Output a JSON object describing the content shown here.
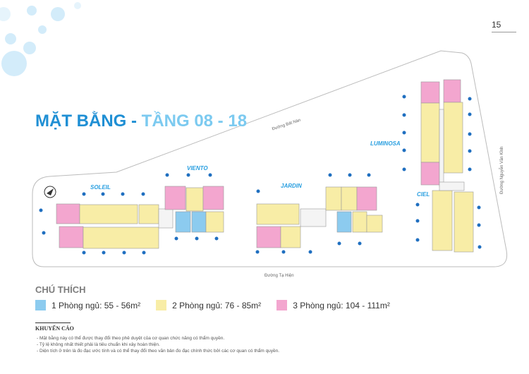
{
  "page_number": "15",
  "title": {
    "part1": "MẶT BẰNG - ",
    "part2": "TẦNG 08 - 18"
  },
  "plan": {
    "roads": {
      "top": "Đường Bát Nàn",
      "bottom": "Đường Tạ Hiện",
      "right": "Đường Nguyễn Văn Kỉnh"
    },
    "towers": [
      "SOLEIL",
      "VIENTO",
      "JARDIN",
      "LUMINOSA",
      "CIEL"
    ],
    "compass_icon": "north-arrow-icon"
  },
  "legend": {
    "title": "CHÚ THÍCH",
    "items": [
      {
        "label": "1 Phòng ngủ: 55 - 56m²",
        "color": "#8ccbef"
      },
      {
        "label": "2 Phòng ngủ: 76 - 85m²",
        "color": "#f8eda6"
      },
      {
        "label": "3 Phòng ngủ: 104 - 111m²",
        "color": "#f3a6cf"
      }
    ]
  },
  "disclaimer": {
    "title": "KHUYẾN CÁO",
    "lines": [
      "-  Mặt bằng này có thể được thay đổi theo phê duyệt của cơ quan chức năng có thẩm quyền.",
      "-  Tỷ lệ không nhất thiết phải là tiêu chuẩn khi xây hoàn thiện.",
      "-  Diện tích ở trên là đo đạc ước tính và có thể thay đổi theo văn bản đo đạc chính thức bởi các cơ quan có thẩm quyền."
    ]
  },
  "colors": {
    "title_dark": "#1f8fd4",
    "title_light": "#7ccaf0",
    "tower_label": "#2a9fe0",
    "unit_marker": "#1f6fc0"
  }
}
